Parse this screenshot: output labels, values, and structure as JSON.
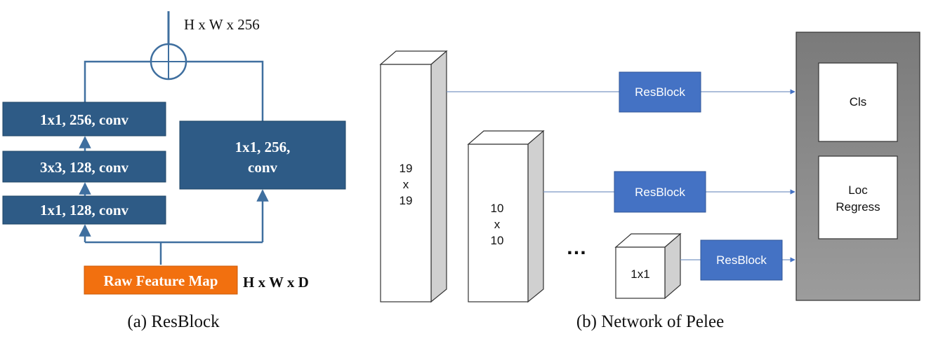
{
  "resblock": {
    "output_shape": "H x W x 256",
    "input_shape": "H x W x D",
    "input_label": "Raw Feature Map",
    "branch_main": [
      "1x1, 256, conv",
      "3x3, 128,  conv",
      "1x1, 128, conv"
    ],
    "branch_shortcut": [
      "1x1, 256,",
      "conv"
    ],
    "caption": "(a) ResBlock"
  },
  "pelee": {
    "map1": [
      "19",
      "x",
      "19"
    ],
    "map2": [
      "10",
      "x",
      "10"
    ],
    "ellipsis": "…",
    "map3": "1x1",
    "resblock_label": "ResBlock",
    "head_cls": "Cls",
    "head_loc": [
      "Loc",
      "Regress"
    ],
    "caption": "(b) Network of Pelee"
  },
  "colors": {
    "conv_block": "#2e5b86",
    "raw_feature": "#f2700f",
    "resblock": "#4472c4",
    "line": "#4a78a8"
  }
}
